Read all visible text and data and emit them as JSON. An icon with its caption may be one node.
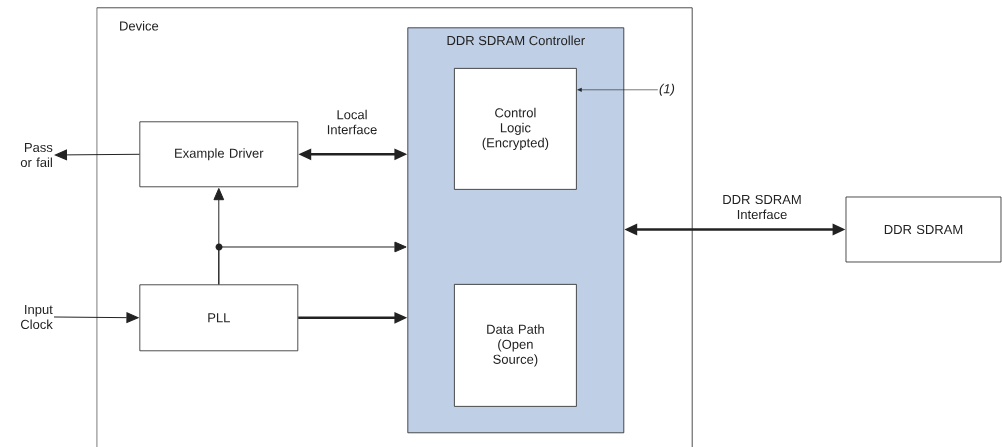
{
  "diagram": {
    "nodes": [
      {
        "text": [
          "Device"
        ]
      },
      {
        "text": [
          "DDR SDRAM Controller"
        ],
        "in": 0
      },
      {
        "text": [
          "Control Logic (Encrypted)"
        ],
        "in": 1
      },
      {
        "text": [
          "Data Path (Open Source)"
        ],
        "in": 1
      },
      {
        "text": [
          "Example Driver"
        ],
        "in": 0
      },
      {
        "text": [
          "PLL"
        ],
        "in": 0
      },
      {
        "text": [
          "DDR SDRAM"
        ]
      },
      {
        "text": [
          "Pass or fail"
        ]
      },
      {
        "text": [
          "Input Clock"
        ]
      },
      {
        "text": [
          "(1)"
        ],
        "in": 0
      }
    ],
    "edges": [
      {
        "from": 4,
        "to": 7,
        "arrow": "to"
      },
      {
        "from": 4,
        "to": 1,
        "arrow": "both",
        "label": "Local Interface",
        "style": "thick"
      },
      {
        "from": 5,
        "to": 4,
        "arrow": "to"
      },
      {
        "from": 5,
        "to": 1,
        "arrow": "to"
      },
      {
        "from": 5,
        "to": 1,
        "arrow": "to",
        "style": "thick"
      },
      {
        "from": 8,
        "to": 5,
        "arrow": "to"
      },
      {
        "from": 9,
        "to": 2,
        "arrow": "to"
      },
      {
        "from": 1,
        "to": 6,
        "arrow": "both",
        "label": "DDR SDRAM Interface",
        "style": "thick"
      }
    ]
  }
}
